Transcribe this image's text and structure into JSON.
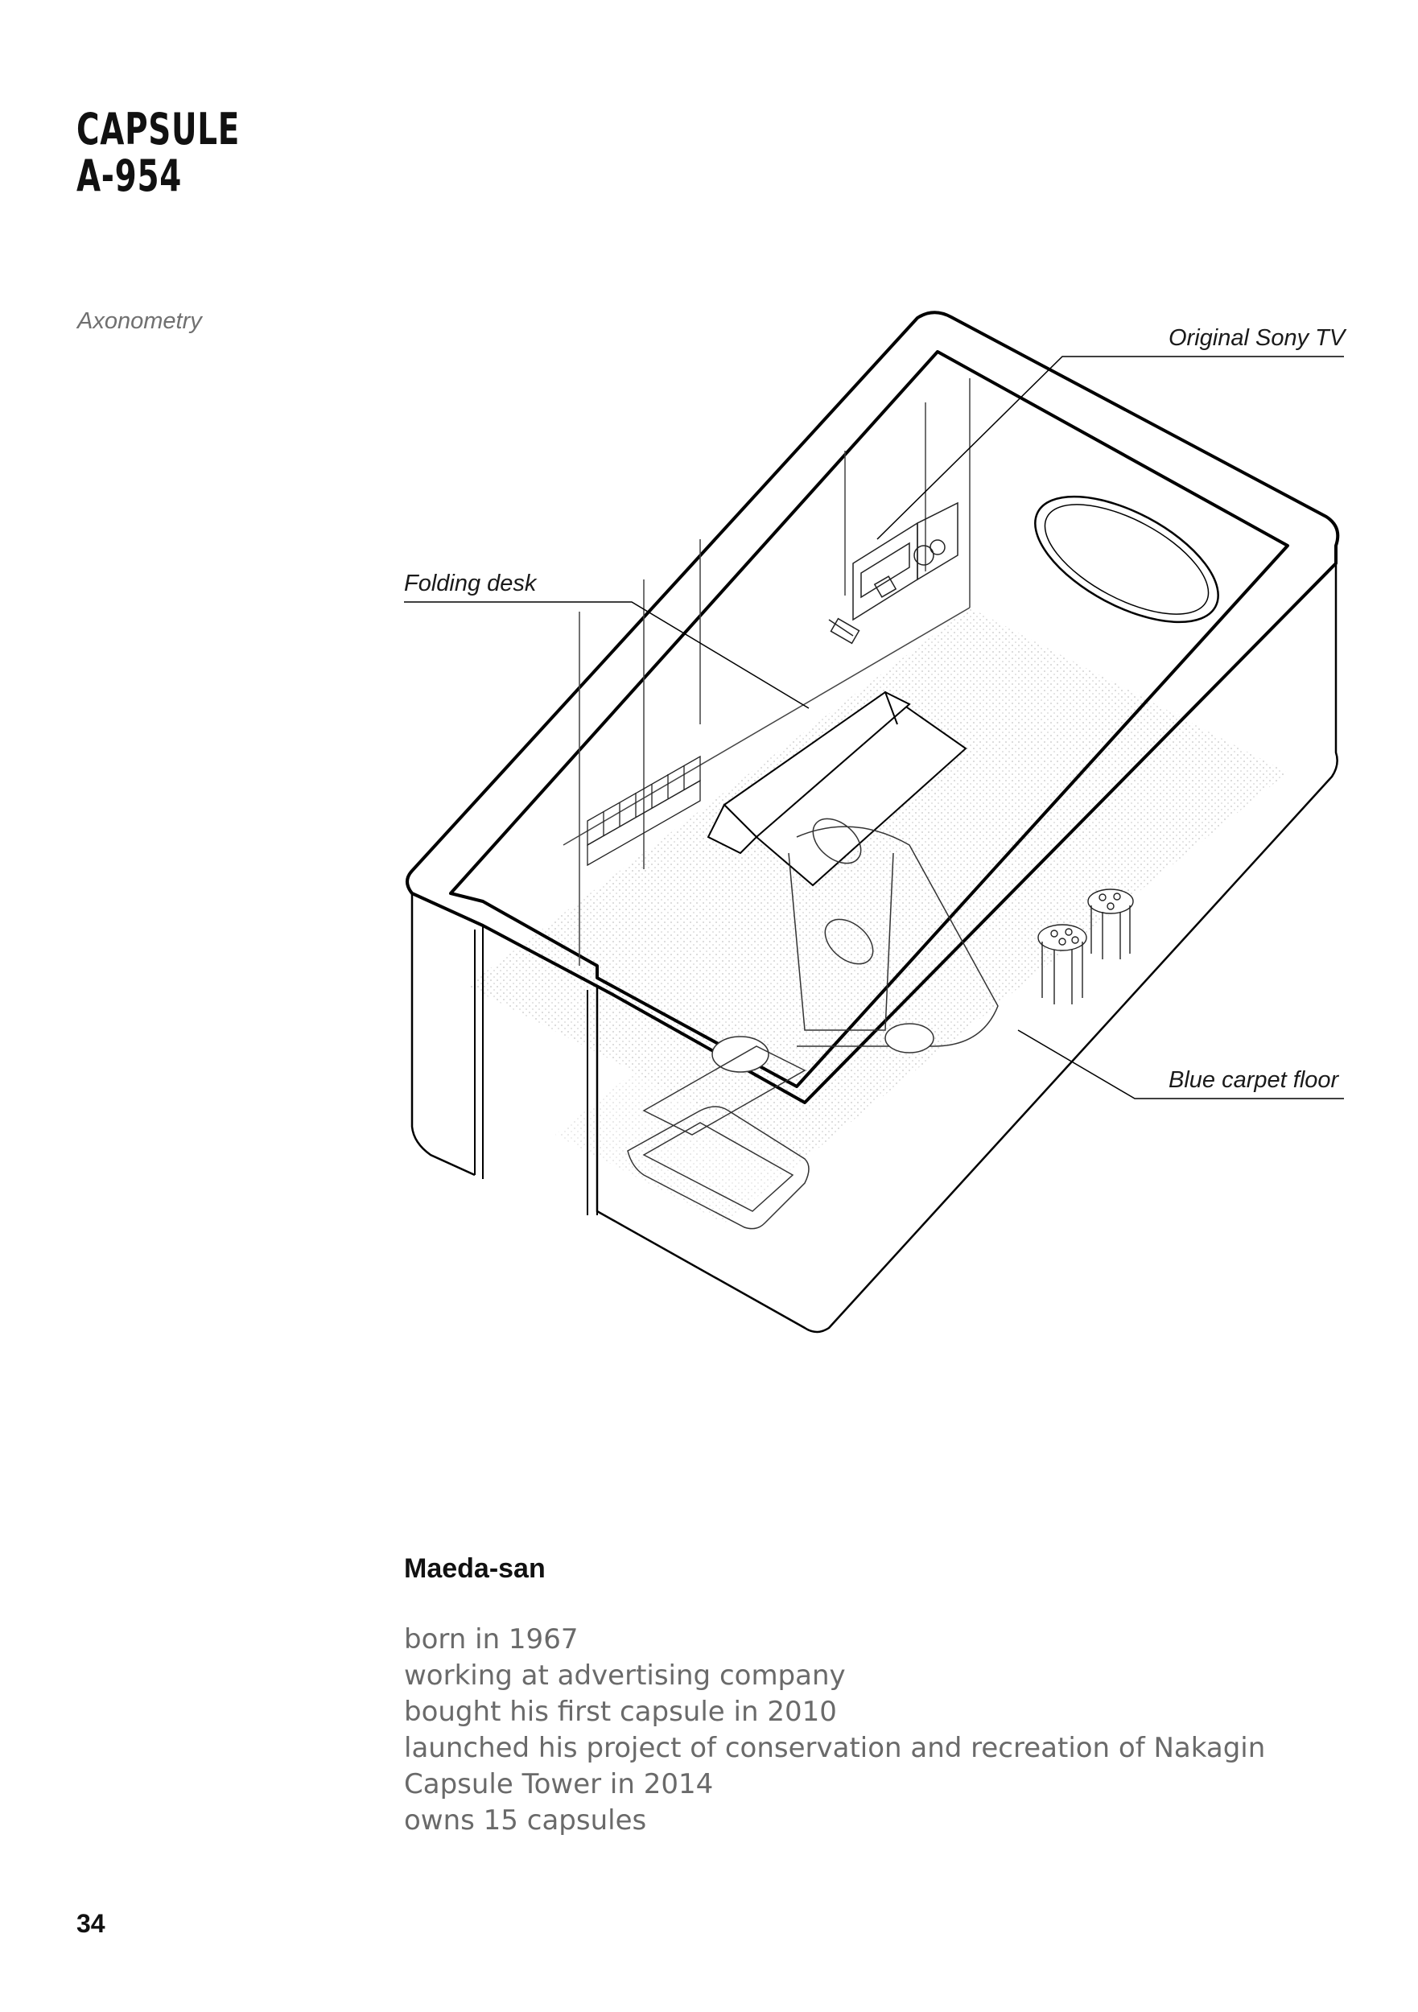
{
  "title": {
    "line1": "CAPSULE",
    "line2": "A-954"
  },
  "subtitle": "Axonometry",
  "callouts": {
    "sony_tv": "Original Sony TV",
    "folding_desk": "Folding desk",
    "blue_carpet": "Blue carpet floor"
  },
  "owner": {
    "name": "Maeda-san",
    "bio": [
      "born in 1967",
      "working at advertising company",
      "bought his first capsule in 2010",
      "launched his project of conservation and recreation of Nakagin",
      "Capsule Tower  in 2014",
      "owns 15 capsules"
    ]
  },
  "page_number": "34"
}
